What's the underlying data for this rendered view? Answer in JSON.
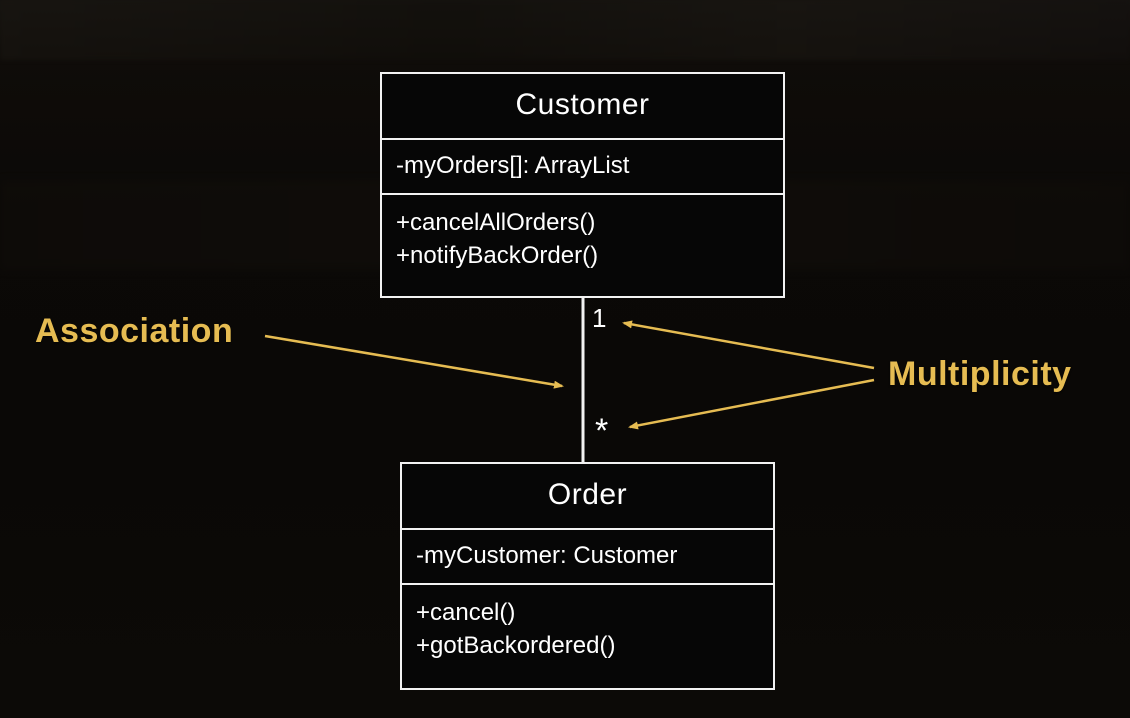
{
  "colors": {
    "accent_gold": "#e6bc52",
    "box_border": "#f2f2f2",
    "box_background": "#060606",
    "text": "#ffffff",
    "background": "#0d0a07"
  },
  "diagram": {
    "classes": [
      {
        "name": "Customer",
        "attributes": [
          "-myOrders[]: ArrayList"
        ],
        "methods": [
          "+cancelAllOrders()",
          "+notifyBackOrder()"
        ]
      },
      {
        "name": "Order",
        "attributes": [
          "-myCustomer: Customer"
        ],
        "methods": [
          "+cancel()",
          "+gotBackordered()"
        ]
      }
    ],
    "connector": {
      "multiplicity_top": "1",
      "multiplicity_bottom": "*"
    },
    "annotations": {
      "association": "Association",
      "multiplicity": "Multiplicity"
    }
  }
}
